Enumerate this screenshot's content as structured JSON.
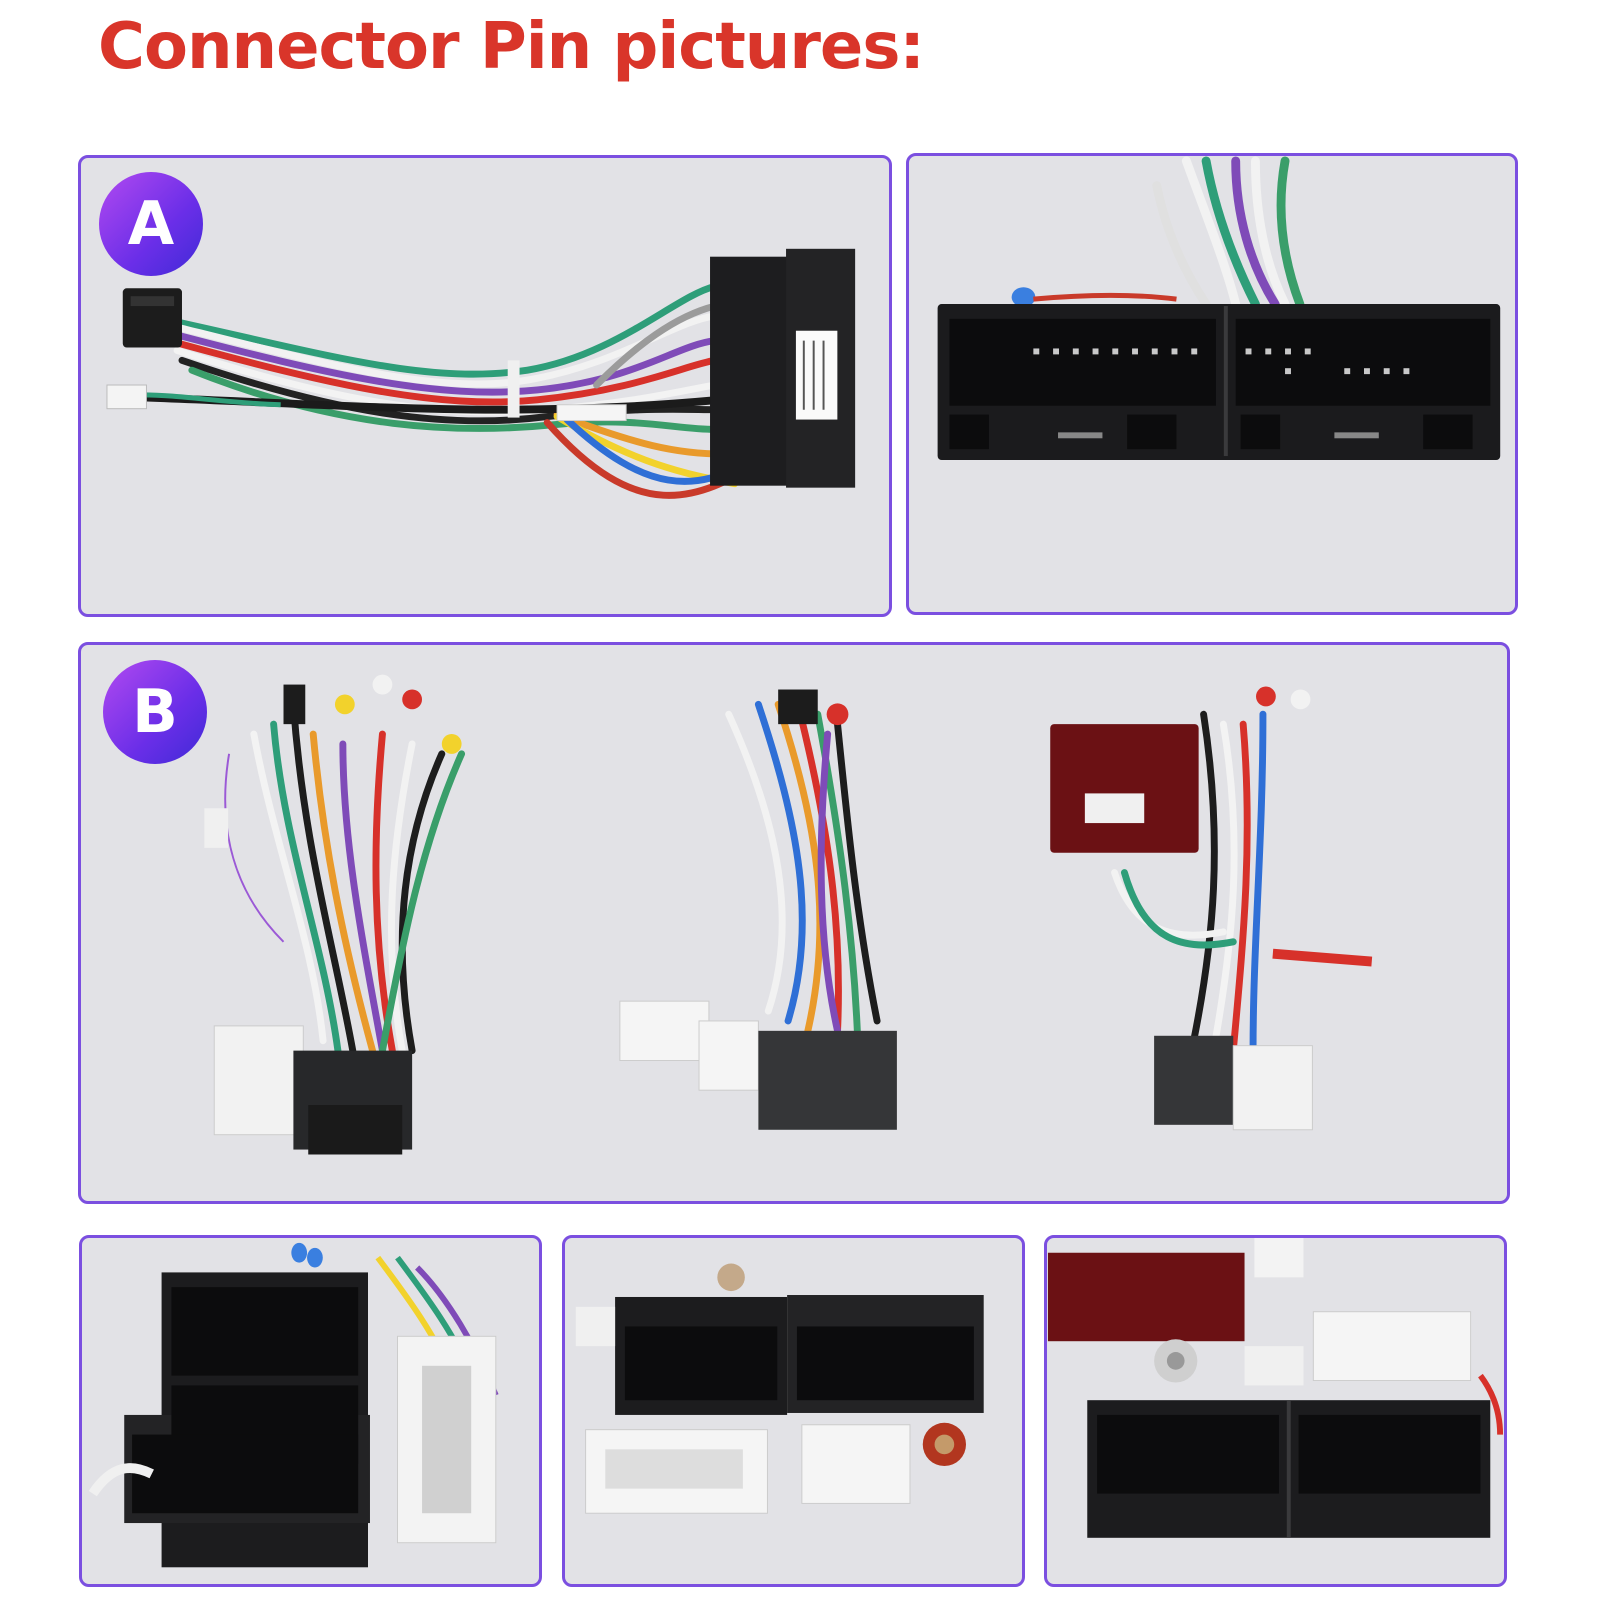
{
  "header": {
    "title": "Connector Pin pictures:"
  },
  "sections": {
    "a": {
      "badge": "A"
    },
    "b": {
      "badge": "B"
    }
  },
  "colors": {
    "title": "#d9352a",
    "frame": "#7b4fe0",
    "badge_start": "#b24af0",
    "badge_end": "#3f2bd6",
    "panel_bg": "#e2e2e6"
  }
}
